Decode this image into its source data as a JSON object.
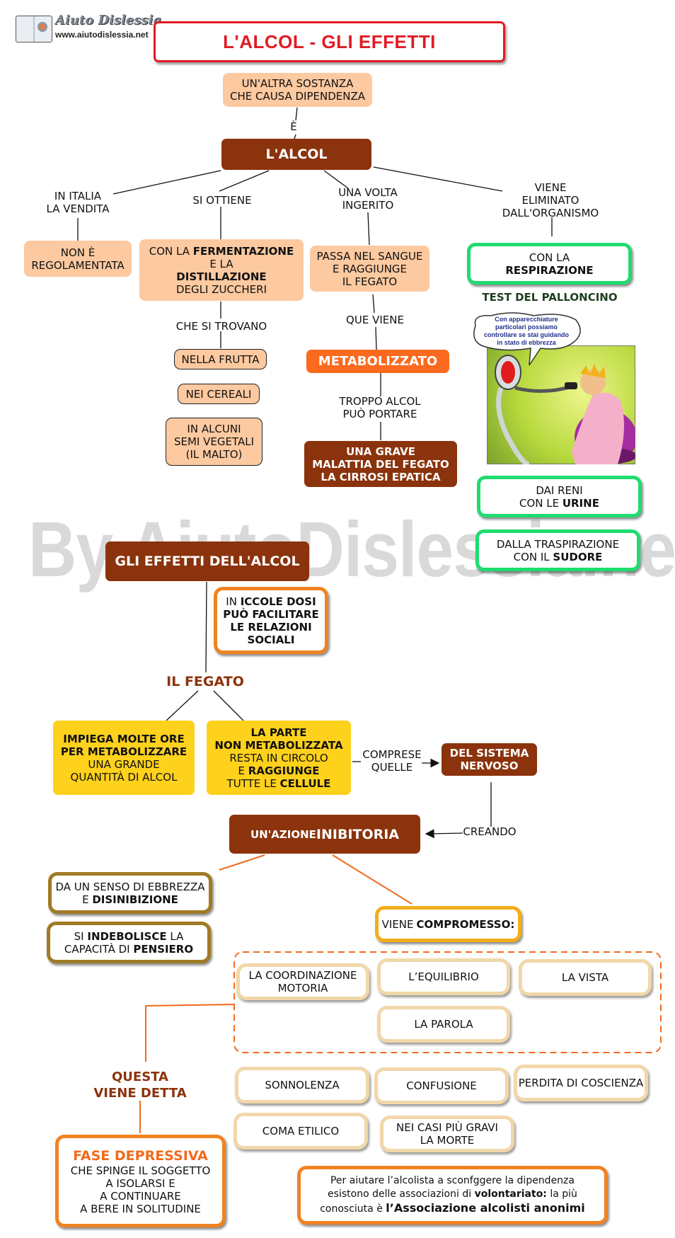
{
  "header": {
    "logo_text": "Aiuto Dislessia",
    "site": "www.aiutodislessia.net",
    "title": "L'ALCOL - GLI EFFETTI",
    "watermark": "By AiutoDislessia.net"
  },
  "top": {
    "origin_line1": "UN'ALTRA SOSTANZA",
    "origin_line2": "CHE CAUSA DIPENDENZA",
    "e_label": "È",
    "alcol": "L'ALCOL"
  },
  "branch_italia": {
    "label1": "IN ITALIA",
    "label2": "LA VENDITA",
    "box1": "NON È",
    "box2": "REGOLAMENTATA"
  },
  "branch_ottiene": {
    "label": "SI OTTIENE",
    "box_l1_a": "CON LA ",
    "box_l1_b": "FERMENTAZIONE",
    "box_l2": "E LA",
    "box_l3": "DISTILLAZIONE",
    "box_l4": "DEGLI ZUCCHERI",
    "found_label": "CHE SI TROVANO",
    "frutta": "NELLA FRUTTA",
    "cereali": "NEI CEREALI",
    "semi1": "IN ALCUNI",
    "semi2": "SEMI VEGETALI",
    "semi3": "(IL MALTO)"
  },
  "branch_ingerito": {
    "label1": "UNA VOLTA",
    "label2": "INGERITO",
    "box1": "PASSA NEL SANGUE",
    "box2": "E RAGGIUNGE",
    "box3": "IL FEGATO",
    "que": "QUE VIENE",
    "metab": "METABOLIZZATO",
    "troppo1": "TROPPO ALCOL",
    "troppo2": "PUÒ PORTARE",
    "cirrosi1": "UNA GRAVE",
    "cirrosi2": "MALATTIA DEL FEGATO",
    "cirrosi3": "LA CIRROSI EPATICA"
  },
  "branch_eliminato": {
    "label1": "VIENE",
    "label2": "ELIMINATO",
    "label3": "DALL'ORGANISMO",
    "resp1": "CON LA",
    "resp2": "RESPIRAZIONE",
    "test": "TEST DEL PALLONCINO",
    "bubble1": "Con apparecchiature",
    "bubble2": "particolari possiamo",
    "bubble3": "controllare se stai guidando",
    "bubble4": "in stato di ebbrezza",
    "reni1": "DAI RENI",
    "reni2a": "CON LE ",
    "reni2b": "URINE",
    "trasp1": "DALLA TRASPIRAZIONE",
    "trasp2a": "CON IL ",
    "trasp2b": "SUDORE"
  },
  "effetti": {
    "title": "GLI EFFETTI DELL'ALCOL",
    "dosi1a": "IN ",
    "dosi1b": "ICCOLE DOSI",
    "dosi2": "PUÒ FACILITARE",
    "dosi3": "LE RELAZIONI",
    "dosi4": "SOCIALI",
    "fegato": "IL FEGATO",
    "impiega1": "IMPIEGA MOLTE ORE",
    "impiega2": "PER METABOLIZZARE",
    "impiega3": "UNA GRANDE",
    "impiega4": "QUANTITÀ DI ALCOL",
    "parte1": "LA PARTE",
    "parte2": "NON METABOLIZZATA",
    "parte3": "RESTA IN CIRCOLO",
    "parte4a": "E ",
    "parte4b": "RAGGIUNGE",
    "parte5a": "TUTTE LE ",
    "parte5b": "CELLULE",
    "comprese1": "COMPRESE",
    "comprese2": "QUELLE",
    "nervoso1": "DEL SISTEMA",
    "nervoso2": "NERVOSO",
    "creando": "CREANDO",
    "azione_a": "UN'AZIONE ",
    "azione_b": "INIBITORIA"
  },
  "inibitoria": {
    "ebb1": "DA  UN SENSO DI EBBREZZA",
    "ebb2a": "E ",
    "ebb2b": "DISINIBIZIONE",
    "pens1a": "SI ",
    "pens1b": "INDEBOLISCE",
    "pens1c": " LA",
    "pens2a": "CAPACITÀ DI ",
    "pens2b": "PENSIERO",
    "comp_a": "VIENE ",
    "comp_b": "COMPROMESSO:",
    "coord1": "LA COORDINAZIONE",
    "coord2": "MOTORIA",
    "equilibrio": "L’EQUILIBRIO",
    "vista": "LA VISTA",
    "parola": "LA PAROLA",
    "sonnolenza": "SONNOLENZA",
    "confusione": "CONFUSIONE",
    "coscienza": "PERDITA DI COSCIENZA",
    "coma": "COMA ETILICO",
    "morte1": "NEI CASI PIÙ GRAVI",
    "morte2": "LA MORTE"
  },
  "fase": {
    "detta1": "QUESTA",
    "detta2": "VIENE DETTA",
    "title": "FASE DEPRESSIVA",
    "l1": "CHE SPINGE IL SOGGETTO",
    "l2": "A ISOLARSI E",
    "l3": "A CONTINUARE",
    "l4": "A BERE IN SOLITUDINE"
  },
  "note": {
    "l1": "Per aiutare l’alcolista a sconfggere la dipendenza",
    "l2a": "esistono delle associazioni di ",
    "l2b": "volontariato:",
    "l2c": " la più",
    "l3a": "conosciuta è ",
    "l3b": "l’Associazione alcolisti anonimi"
  }
}
